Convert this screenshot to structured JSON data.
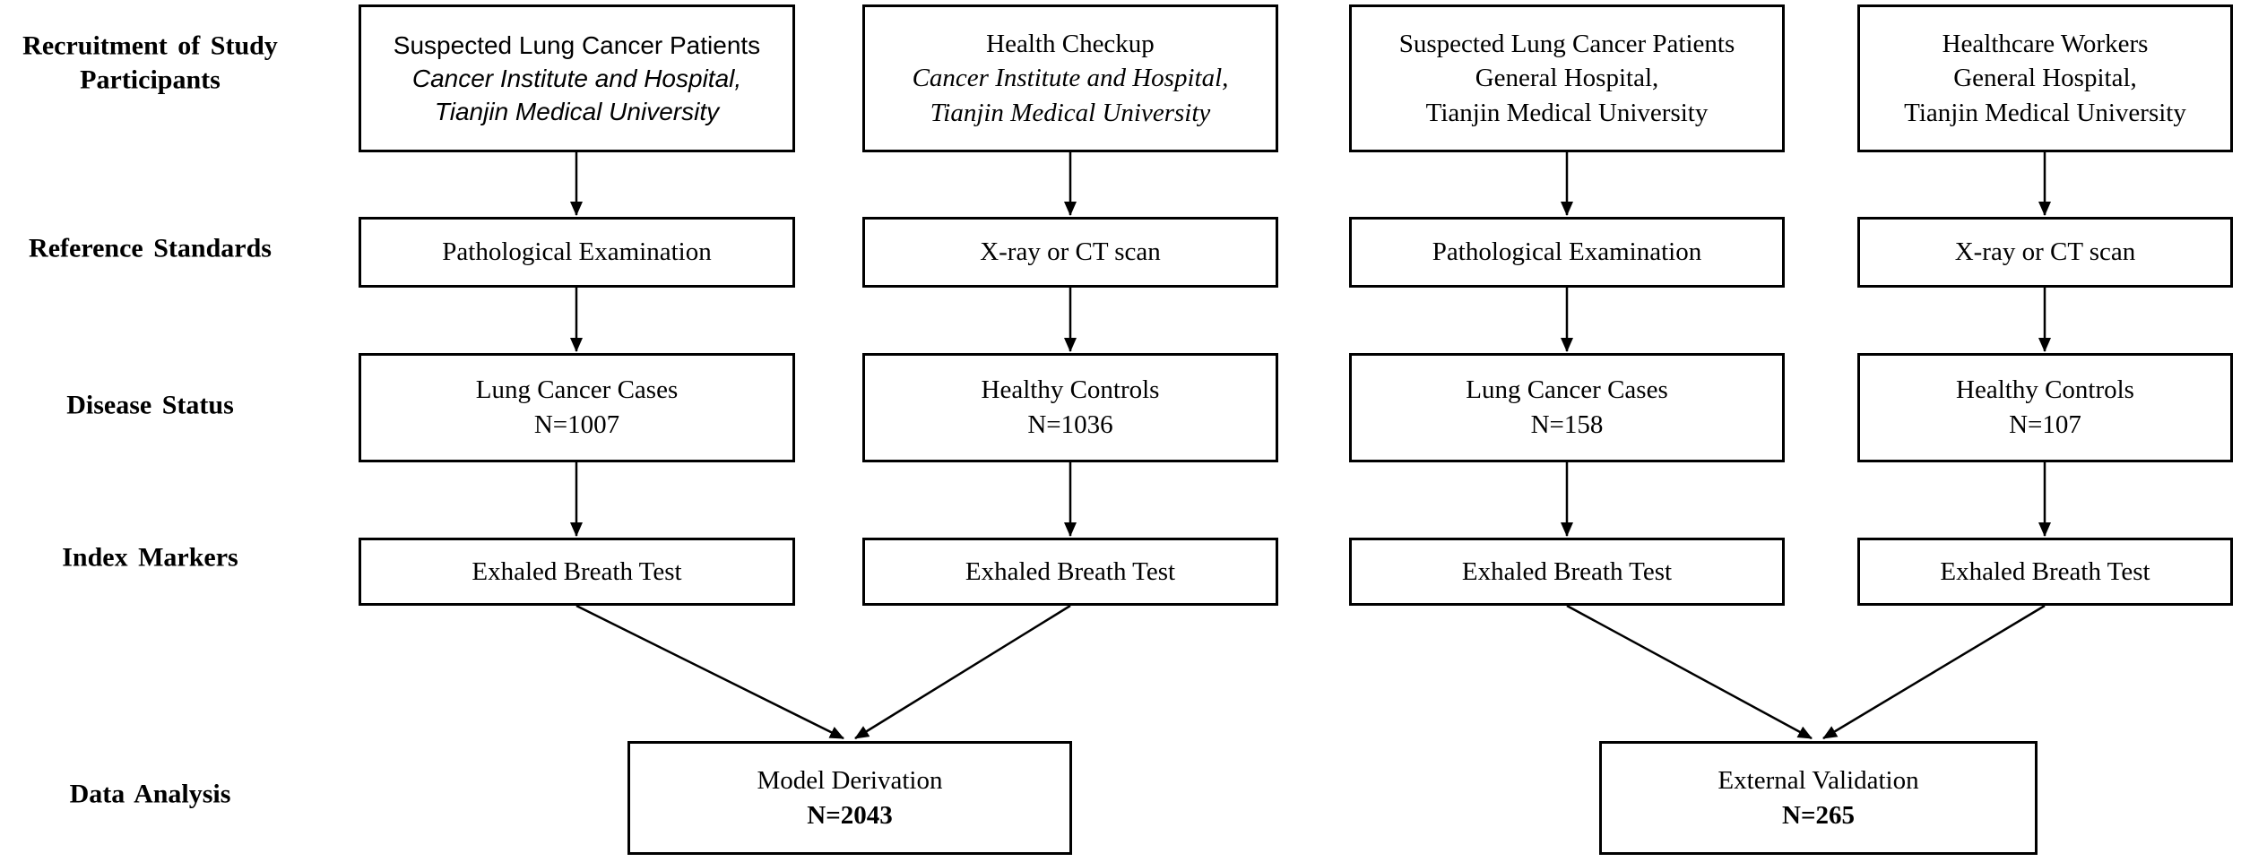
{
  "figure": {
    "stage_labels": [
      {
        "id": "recruitment",
        "label": "Recruitment of Study Participants"
      },
      {
        "id": "reference",
        "label": "Reference Standards"
      },
      {
        "id": "disease",
        "label": "Disease Status"
      },
      {
        "id": "index",
        "label": "Index Markers"
      },
      {
        "id": "analysis",
        "label": "Data Analysis"
      }
    ],
    "cohorts": [
      {
        "recruitment_lines": [
          "Suspected Lung Cancer Patients",
          "Cancer Institute and Hospital,",
          "Tianjin Medical University"
        ],
        "reference_standard": "Pathological Examination",
        "disease_status": "Lung Cancer Cases",
        "disease_n": "N=1007",
        "index_marker": "Exhaled Breath Test"
      },
      {
        "recruitment_lines": [
          "Health Checkup",
          "Cancer Institute and Hospital,",
          "Tianjin Medical University"
        ],
        "reference_standard": "X-ray or CT scan",
        "disease_status": "Healthy Controls",
        "disease_n": "N=1036",
        "index_marker": "Exhaled Breath Test"
      },
      {
        "recruitment_lines": [
          "Suspected Lung Cancer Patients",
          "General Hospital,",
          "Tianjin Medical University"
        ],
        "reference_standard": "Pathological Examination",
        "disease_status": "Lung Cancer Cases",
        "disease_n": "N=158",
        "index_marker": "Exhaled Breath Test"
      },
      {
        "recruitment_lines": [
          "Healthcare Workers",
          "General Hospital,",
          "Tianjin Medical University"
        ],
        "reference_standard": "X-ray or CT scan",
        "disease_status": "Healthy Controls",
        "disease_n": "N=107",
        "index_marker": "Exhaled Breath Test"
      }
    ],
    "analyses": [
      {
        "title": "Model Derivation",
        "n": "N=2043"
      },
      {
        "title": "External Validation",
        "n": "N=265"
      }
    ],
    "line_color": "#000000"
  }
}
